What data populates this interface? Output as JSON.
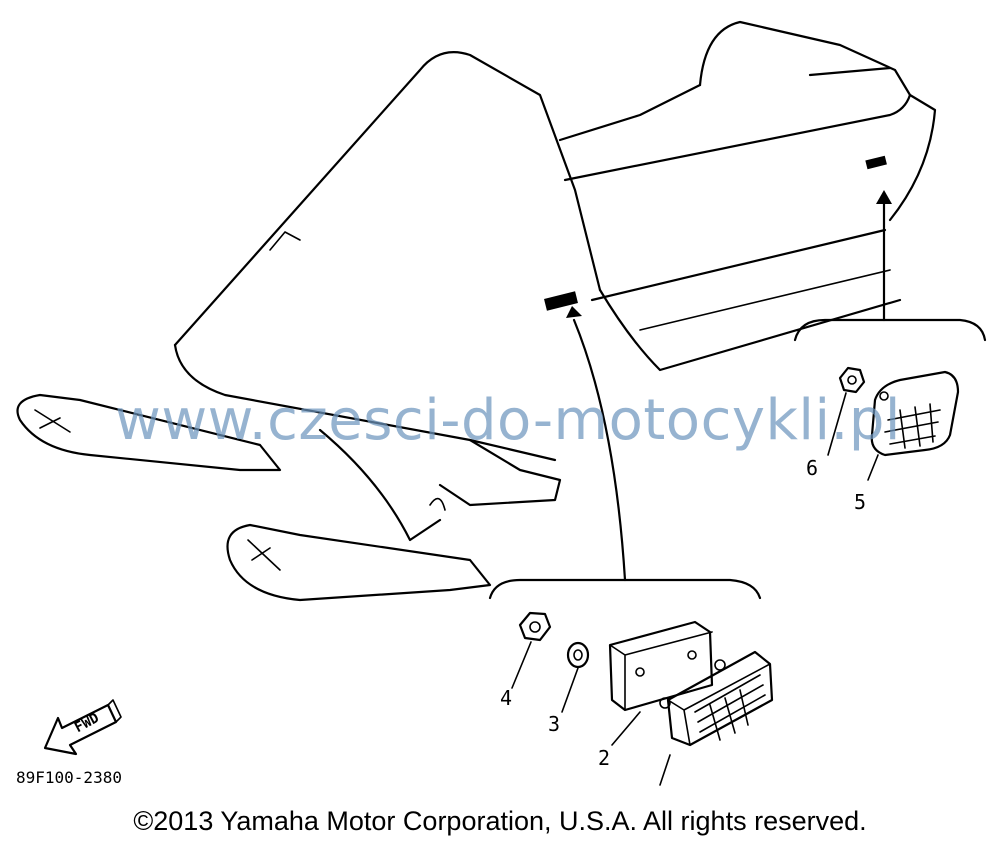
{
  "watermark": "www.czesci-do-motocykli.pl",
  "callouts": {
    "c2": "2",
    "c3": "3",
    "c4": "4",
    "c5": "5",
    "c6": "6"
  },
  "fwd_arrow": {
    "label": "FWD",
    "icon": "fwd-arrow-icon"
  },
  "drawing_code": "89F100-2380",
  "copyright": "©2013 Yamaha Motor Corporation, U.S.A. All rights reserved."
}
